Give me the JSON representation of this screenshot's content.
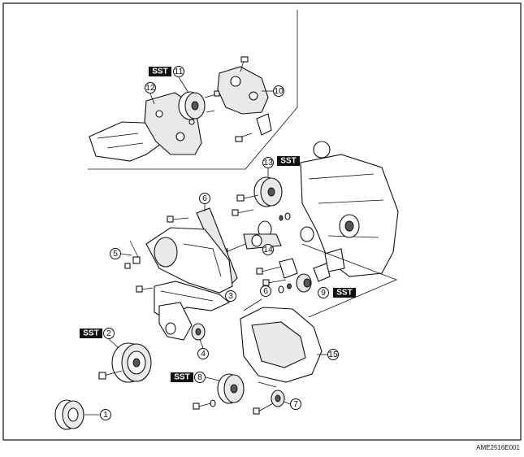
{
  "diagram": {
    "sst_label": "SST",
    "figure_code": "AME2516E001",
    "callouts": {
      "c1": "1",
      "c2": "2",
      "c3": "3",
      "c4": "4",
      "c5": "5",
      "c6a": "6",
      "c6b": "6",
      "c7": "7",
      "c8": "8",
      "c9": "9",
      "c10": "10",
      "c11": "11",
      "c12": "12",
      "c13": "13",
      "c14": "14",
      "c15": "15"
    }
  }
}
